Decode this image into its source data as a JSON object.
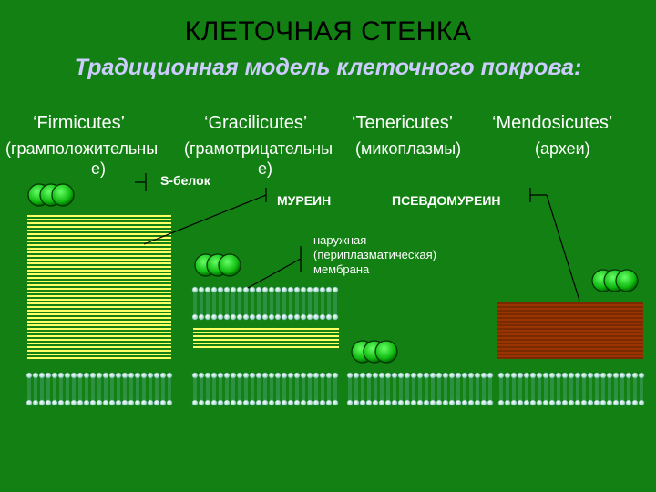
{
  "slide": {
    "title": "КЛЕТОЧНАЯ СТЕНКА",
    "subtitle": "Традиционная модель клеточного покрова:"
  },
  "groups": {
    "firmicutes": {
      "name": "‘Firmicutes’",
      "description_line1": "(грамположительны",
      "description_line2": "е)"
    },
    "gracilicutes": {
      "name": "‘Gracilicutes’",
      "description_line1": "(грамотрицательны",
      "description_line2": "е)"
    },
    "tenericutes": {
      "name": "‘Tenericutes’",
      "description": "(микоплазмы)"
    },
    "mendosicutes": {
      "name": "‘Mendosicutes’",
      "description": "(археи)"
    }
  },
  "labels": {
    "s_layer": "S-белок",
    "murein": "МУРЕИН",
    "pseudomurein": "ПСЕВДОМУРЕИН",
    "outer_membrane_line1": "наружная",
    "outer_membrane_line2": "(периплазматическая)",
    "outer_membrane_line3": "мембрана"
  },
  "colors": {
    "background": "#128012",
    "title": "#000000",
    "subtitle": "#ccccff",
    "murein": "#ffff66",
    "pseudomurein": "#993300",
    "s_layer_sphere": "#22cc22",
    "membrane": "#aaddcc"
  }
}
